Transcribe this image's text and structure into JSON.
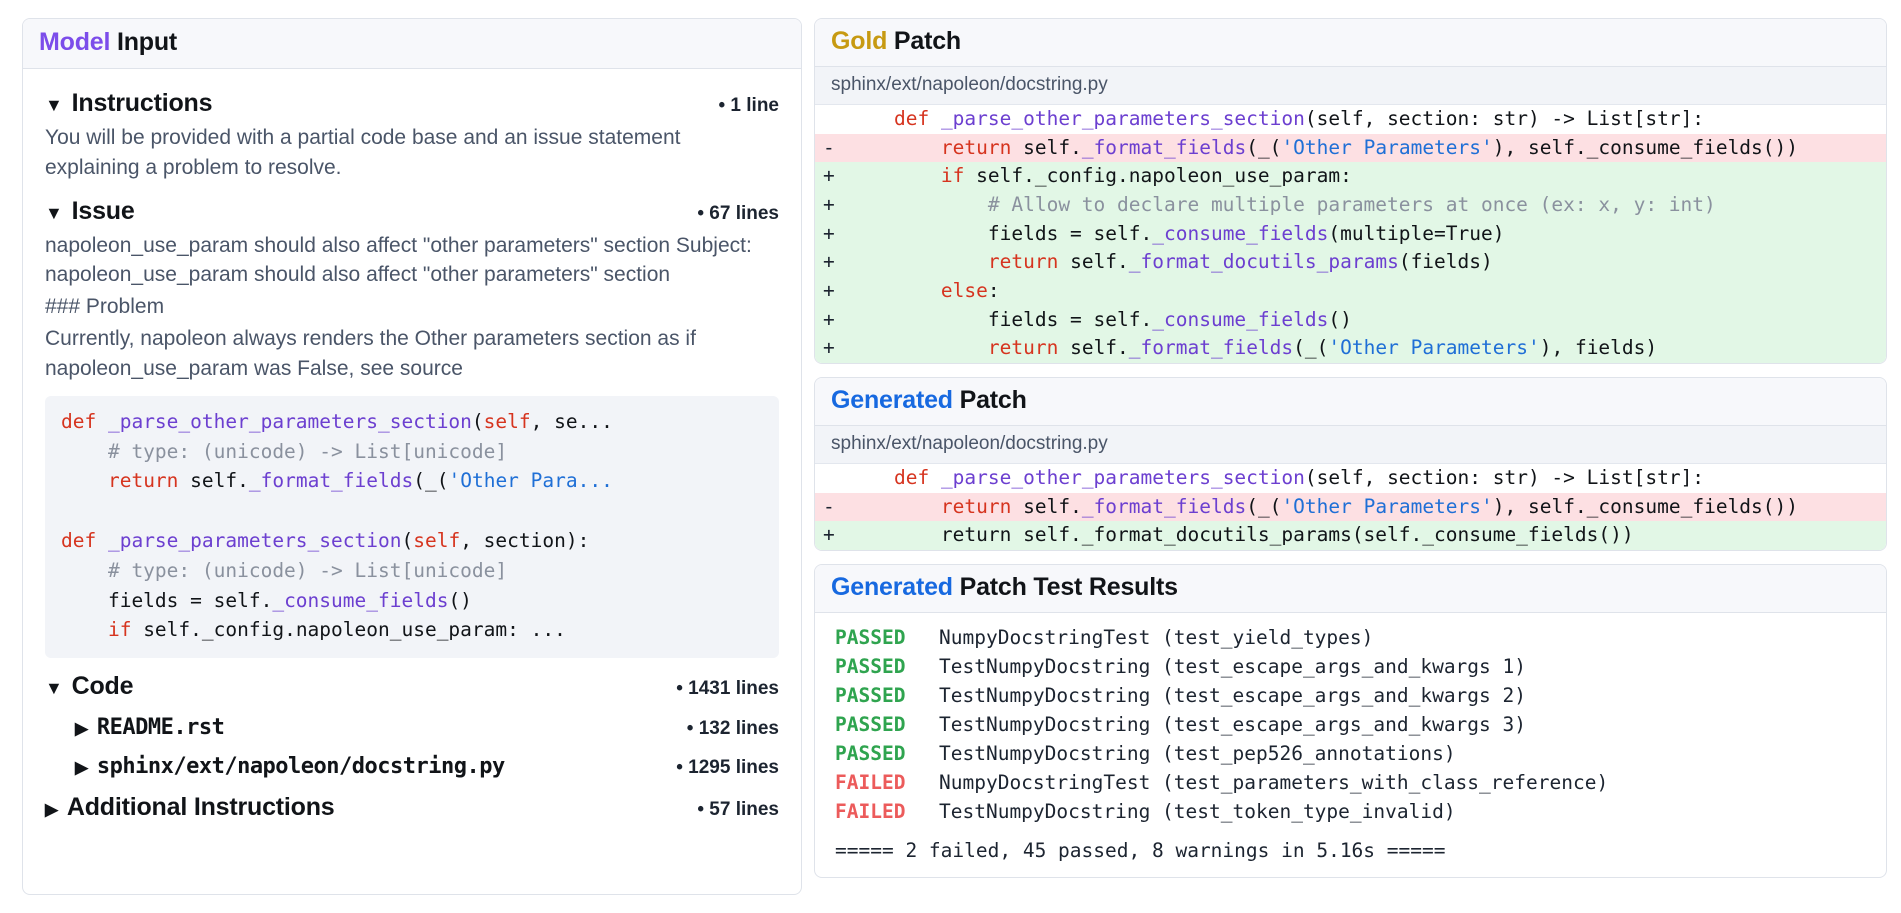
{
  "left": {
    "title_accent": "Model",
    "title_rest": " Input",
    "sections": {
      "instructions": {
        "caret": "▼",
        "label": "Instructions",
        "lines": "• 1 line",
        "text": "You will be provided with a partial code base and an issue statement explaining a problem to resolve."
      },
      "issue": {
        "caret": "▼",
        "label": "Issue",
        "lines": "• 67 lines",
        "text": "napoleon_use_param should also affect \"other parameters\" section Subject: napoleon_use_param should also affect \"other parameters\" section",
        "problem_heading": "### Problem",
        "problem_text": "Currently, napoleon always renders the Other parameters section as if napoleon_use_param was False, see source",
        "code": [
          [
            {
              "t": "def ",
              "c": "k"
            },
            {
              "t": "_parse_other_parameters_section",
              "c": "fn"
            },
            {
              "t": "(",
              "c": "df"
            },
            {
              "t": "self",
              "c": "k"
            },
            {
              "t": ", se...",
              "c": "df"
            }
          ],
          [
            {
              "t": "    # type: (unicode) -> List[unicode]",
              "c": "cm"
            }
          ],
          [
            {
              "t": "    ",
              "c": "df"
            },
            {
              "t": "return",
              "c": "k"
            },
            {
              "t": " self.",
              "c": "df"
            },
            {
              "t": "_format_fields",
              "c": "fn"
            },
            {
              "t": "(_(",
              "c": "df"
            },
            {
              "t": "'Other Para...",
              "c": "st"
            }
          ],
          [
            {
              "t": "",
              "c": "df"
            }
          ],
          [
            {
              "t": "def ",
              "c": "k"
            },
            {
              "t": "_parse_parameters_section",
              "c": "fn"
            },
            {
              "t": "(",
              "c": "df"
            },
            {
              "t": "self",
              "c": "k"
            },
            {
              "t": ", section):",
              "c": "df"
            }
          ],
          [
            {
              "t": "    # type: (unicode) -> List[unicode]",
              "c": "cm"
            }
          ],
          [
            {
              "t": "    fields = self.",
              "c": "df"
            },
            {
              "t": "_consume_fields",
              "c": "fn"
            },
            {
              "t": "()",
              "c": "df"
            }
          ],
          [
            {
              "t": "    ",
              "c": "df"
            },
            {
              "t": "if",
              "c": "k"
            },
            {
              "t": " self._config.napoleon_use_param: ...",
              "c": "df"
            }
          ]
        ]
      },
      "code": {
        "caret": "▼",
        "label": "Code",
        "lines": "• 1431 lines",
        "files": [
          {
            "caret": "▶",
            "name": "README.rst",
            "lines": "• 132 lines"
          },
          {
            "caret": "▶",
            "name": "sphinx/ext/napoleon/docstring.py",
            "lines": "• 1295 lines"
          }
        ]
      },
      "additional": {
        "caret": "▶",
        "label": "Additional Instructions",
        "lines": "• 57 lines"
      }
    }
  },
  "gold_patch": {
    "title_accent": "Gold",
    "title_rest": " Patch",
    "file": "sphinx/ext/napoleon/docstring.py",
    "lines": [
      {
        "kind": "ctx",
        "mark": "",
        "parts": [
          {
            "t": "    ",
            "c": "df"
          },
          {
            "t": "def ",
            "c": "k"
          },
          {
            "t": "_parse_other_parameters_section",
            "c": "fn"
          },
          {
            "t": "(self, section: str) -> List[str]:",
            "c": "df"
          }
        ]
      },
      {
        "kind": "del",
        "mark": "-",
        "parts": [
          {
            "t": "        ",
            "c": "df"
          },
          {
            "t": "return",
            "c": "k"
          },
          {
            "t": " self.",
            "c": "df"
          },
          {
            "t": "_format_fields",
            "c": "fn"
          },
          {
            "t": "(_(",
            "c": "df"
          },
          {
            "t": "'Other Parameters'",
            "c": "st"
          },
          {
            "t": "), self._consume_fields())",
            "c": "df"
          }
        ]
      },
      {
        "kind": "add",
        "mark": "+",
        "parts": [
          {
            "t": "        ",
            "c": "df"
          },
          {
            "t": "if",
            "c": "k"
          },
          {
            "t": " self._config.napoleon_use_param:",
            "c": "df"
          }
        ]
      },
      {
        "kind": "add",
        "mark": "+",
        "parts": [
          {
            "t": "            # Allow to declare multiple parameters at once (ex: x, y: int)",
            "c": "cm"
          }
        ]
      },
      {
        "kind": "add",
        "mark": "+",
        "parts": [
          {
            "t": "            fields = self.",
            "c": "df"
          },
          {
            "t": "_consume_fields",
            "c": "fn"
          },
          {
            "t": "(multiple=True)",
            "c": "df"
          }
        ]
      },
      {
        "kind": "add",
        "mark": "+",
        "parts": [
          {
            "t": "            ",
            "c": "df"
          },
          {
            "t": "return",
            "c": "k"
          },
          {
            "t": " self.",
            "c": "df"
          },
          {
            "t": "_format_docutils_params",
            "c": "fn"
          },
          {
            "t": "(fields)",
            "c": "df"
          }
        ]
      },
      {
        "kind": "add",
        "mark": "+",
        "parts": [
          {
            "t": "        ",
            "c": "df"
          },
          {
            "t": "else",
            "c": "k"
          },
          {
            "t": ":",
            "c": "df"
          }
        ]
      },
      {
        "kind": "add",
        "mark": "+",
        "parts": [
          {
            "t": "            fields = self.",
            "c": "df"
          },
          {
            "t": "_consume_fields",
            "c": "fn"
          },
          {
            "t": "()",
            "c": "df"
          }
        ]
      },
      {
        "kind": "add",
        "mark": "+",
        "parts": [
          {
            "t": "            ",
            "c": "df"
          },
          {
            "t": "return",
            "c": "k"
          },
          {
            "t": " self.",
            "c": "df"
          },
          {
            "t": "_format_fields",
            "c": "fn"
          },
          {
            "t": "(_(",
            "c": "df"
          },
          {
            "t": "'Other Parameters'",
            "c": "st"
          },
          {
            "t": "), fields)",
            "c": "df"
          }
        ]
      }
    ]
  },
  "generated_patch": {
    "title_accent": "Generated",
    "title_rest": " Patch",
    "file": "sphinx/ext/napoleon/docstring.py",
    "lines": [
      {
        "kind": "ctx",
        "mark": "",
        "parts": [
          {
            "t": "    ",
            "c": "df"
          },
          {
            "t": "def ",
            "c": "k"
          },
          {
            "t": "_parse_other_parameters_section",
            "c": "fn"
          },
          {
            "t": "(self, section: str) -> List[str]:",
            "c": "df"
          }
        ]
      },
      {
        "kind": "del",
        "mark": "-",
        "parts": [
          {
            "t": "        ",
            "c": "df"
          },
          {
            "t": "return",
            "c": "k"
          },
          {
            "t": " self.",
            "c": "df"
          },
          {
            "t": "_format_fields",
            "c": "fn"
          },
          {
            "t": "(_(",
            "c": "df"
          },
          {
            "t": "'Other Parameters'",
            "c": "st"
          },
          {
            "t": "), self._consume_fields())",
            "c": "df"
          }
        ]
      },
      {
        "kind": "add",
        "mark": "+",
        "parts": [
          {
            "t": "        return self._format_docutils_params(self._consume_fields())",
            "c": "df"
          }
        ]
      }
    ]
  },
  "test_results": {
    "title_accent": "Generated",
    "title_rest": " Patch Test Results",
    "rows": [
      {
        "status": "PASSED",
        "name": "NumpyDocstringTest (test_yield_types)"
      },
      {
        "status": "PASSED",
        "name": "TestNumpyDocstring (test_escape_args_and_kwargs 1)"
      },
      {
        "status": "PASSED",
        "name": "TestNumpyDocstring (test_escape_args_and_kwargs 2)"
      },
      {
        "status": "PASSED",
        "name": "TestNumpyDocstring (test_escape_args_and_kwargs 3)"
      },
      {
        "status": "PASSED",
        "name": "TestNumpyDocstring (test_pep526_annotations)"
      },
      {
        "status": "FAILED",
        "name": "NumpyDocstringTest (test_parameters_with_class_reference)"
      },
      {
        "status": "FAILED",
        "name": "TestNumpyDocstring (test_token_type_invalid)"
      }
    ],
    "summary": "===== 2 failed, 45 passed, 8 warnings in 5.16s ====="
  },
  "colors": {
    "purple": "#7c4dea",
    "gold": "#c79a12",
    "blue": "#1769e0",
    "pass": "#2fa44f",
    "fail": "#ec5b5b",
    "add_bg": "#e2f7e6",
    "del_bg": "#fde0e3"
  }
}
